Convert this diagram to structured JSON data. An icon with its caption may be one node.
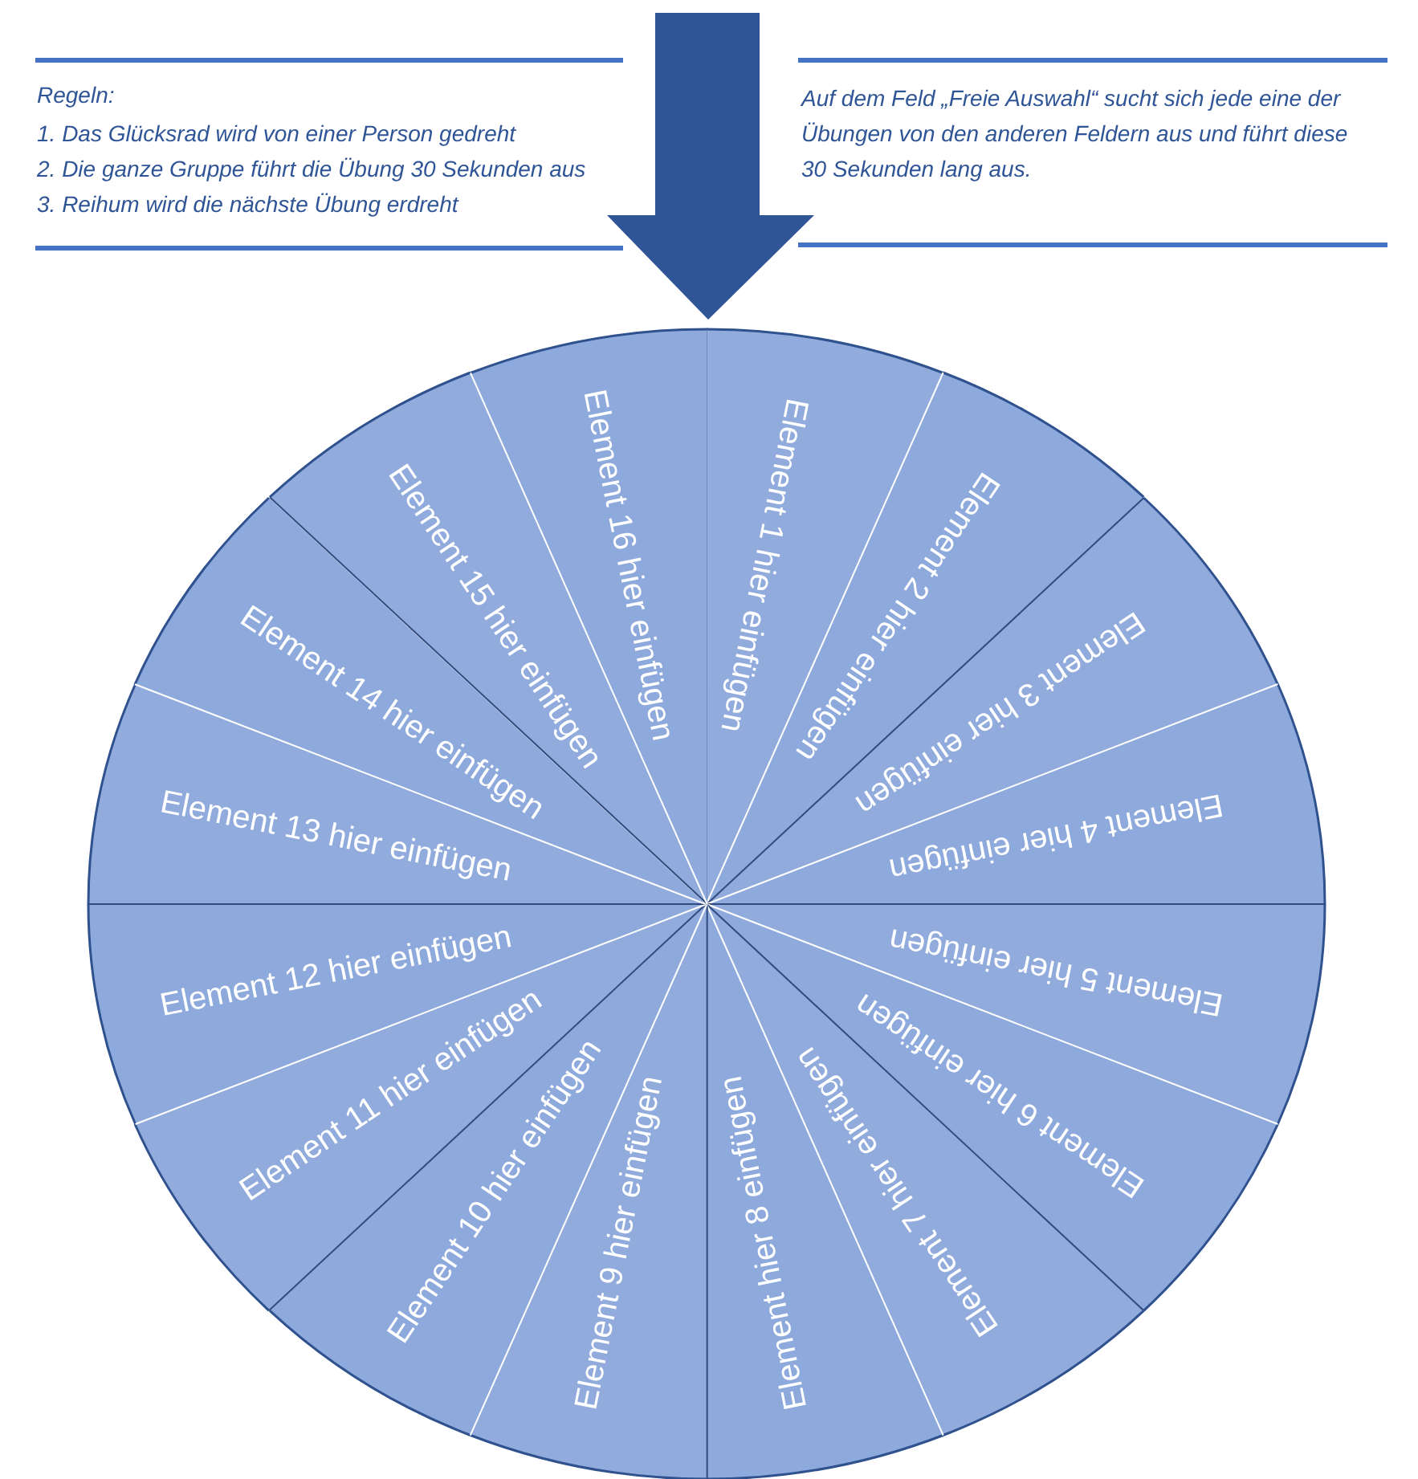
{
  "diagram": {
    "nodes": [
      {
        "text": [
          "Element 1 hier einfügen"
        ]
      },
      {
        "text": [
          "Element 2 hier einfügen"
        ]
      },
      {
        "text": [
          "Element 3 hier einfügen"
        ]
      },
      {
        "text": [
          "Element 4 hier einfügen"
        ]
      },
      {
        "text": [
          "Element 5 hier einfügen"
        ]
      },
      {
        "text": [
          "Element 6 hier einfügen"
        ]
      },
      {
        "text": [
          "Element 7 hier einfügen"
        ]
      },
      {
        "text": [
          "Element hier 8 einfügen"
        ]
      },
      {
        "text": [
          "Element 9 hier einfügen"
        ]
      },
      {
        "text": [
          "Element 10 hier einfügen"
        ]
      },
      {
        "text": [
          "Element 11 hier einfügen"
        ]
      },
      {
        "text": [
          "Element 12 hier einfügen"
        ]
      },
      {
        "text": [
          "Element 13 hier einfügen"
        ]
      },
      {
        "text": [
          "Element 14 hier einfügen"
        ]
      },
      {
        "text": [
          "Element 15 hier einfügen"
        ]
      },
      {
        "text": [
          "Element 16 hier einfügen"
        ]
      }
    ],
    "labels": [
      "Regeln:",
      "1. Das Glücksrad wird von einer Person gedreht",
      "2. Die ganze Gruppe führt die Übung 30 Sekunden aus",
      "3. Reihum wird die nächste Übung erdreht",
      "Auf dem Feld „Freie Auswahl“ sucht sich jede eine der Übungen von den anderen Feldern aus und führt diese 30 Sekunden lang aus."
    ]
  }
}
